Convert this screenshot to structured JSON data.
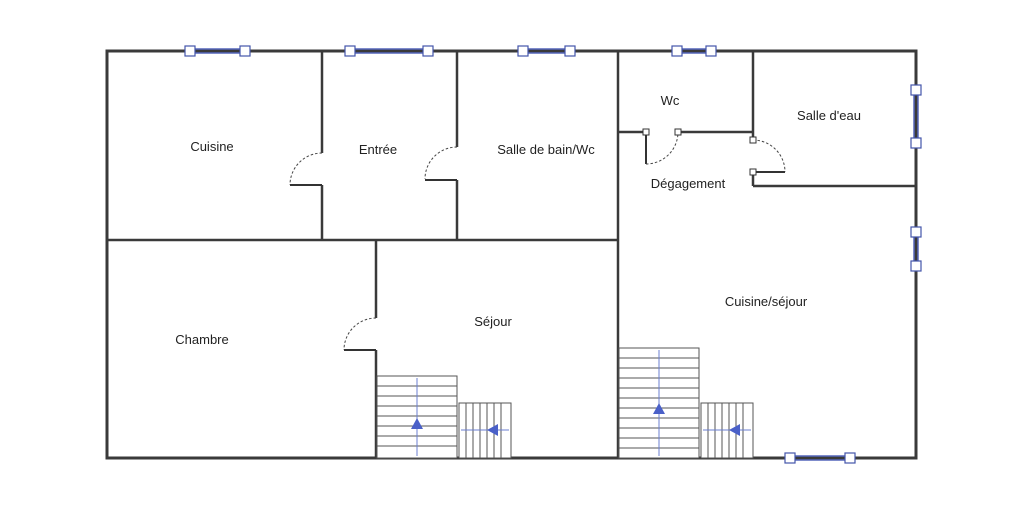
{
  "floor_plan": {
    "rooms": {
      "cuisine": "Cuisine",
      "entree": "Entrée",
      "salle_de_bain": "Salle de bain/Wc",
      "wc": "Wc",
      "salle_deau": "Salle d'eau",
      "degagement": "Dégagement",
      "chambre": "Chambre",
      "sejour": "Séjour",
      "cuisine_sejour": "Cuisine/séjour"
    },
    "colors": {
      "wall": "#3a3a3a",
      "window": "#4455aa",
      "stair_arrow": "#4a60c8"
    },
    "icons": [
      "window-icon",
      "door-icon",
      "staircase-icon",
      "arrow-up-icon",
      "arrow-left-icon"
    ]
  }
}
